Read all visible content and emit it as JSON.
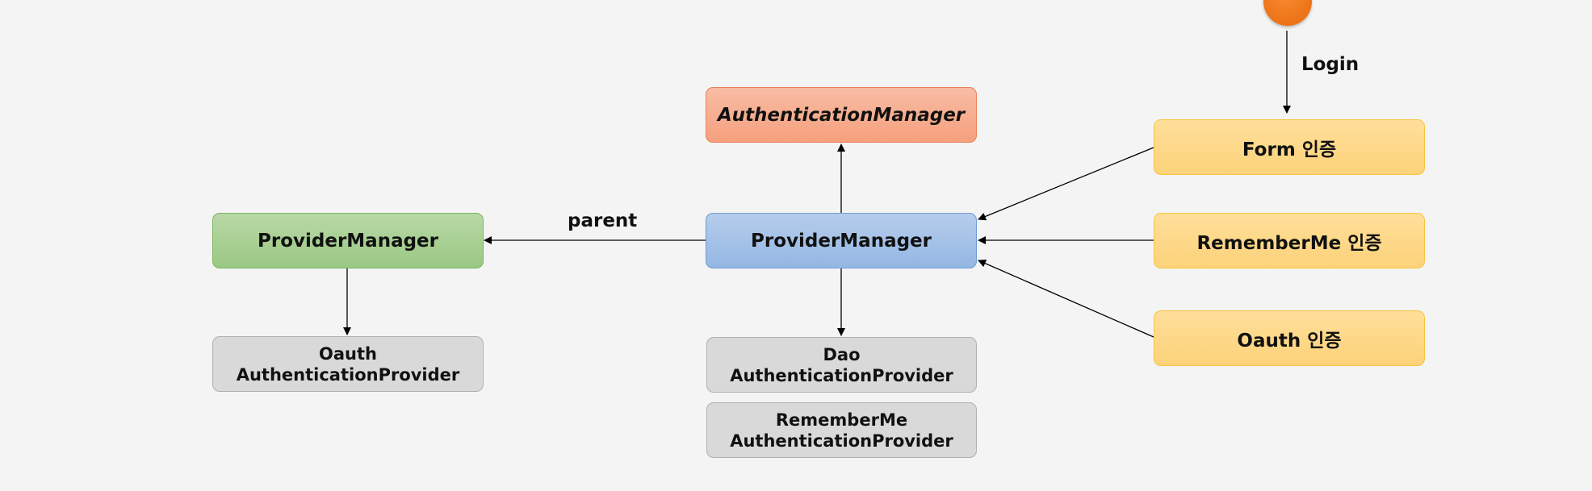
{
  "diagram": {
    "nodes": {
      "authentication_manager": "AuthenticationManager",
      "provider_manager_center": "ProviderManager",
      "provider_manager_left": "ProviderManager",
      "oauth_provider_left": [
        "Oauth",
        "AuthenticationProvider"
      ],
      "dao_provider": [
        "Dao",
        "AuthenticationProvider"
      ],
      "rememberme_provider": [
        "RememberMe",
        "AuthenticationProvider"
      ],
      "form_auth": "Form 인증",
      "rememberme_auth": "RememberMe 인증",
      "oauth_auth": "Oauth 인증"
    },
    "edge_labels": {
      "login": "Login",
      "parent": "parent"
    }
  },
  "colors": {
    "orange": "#f5a07e",
    "blue": "#94b7e3",
    "green": "#9ac883",
    "yellow": "#fdd27a",
    "gray": "#d9d9d9",
    "actor": "#e86a0d"
  }
}
